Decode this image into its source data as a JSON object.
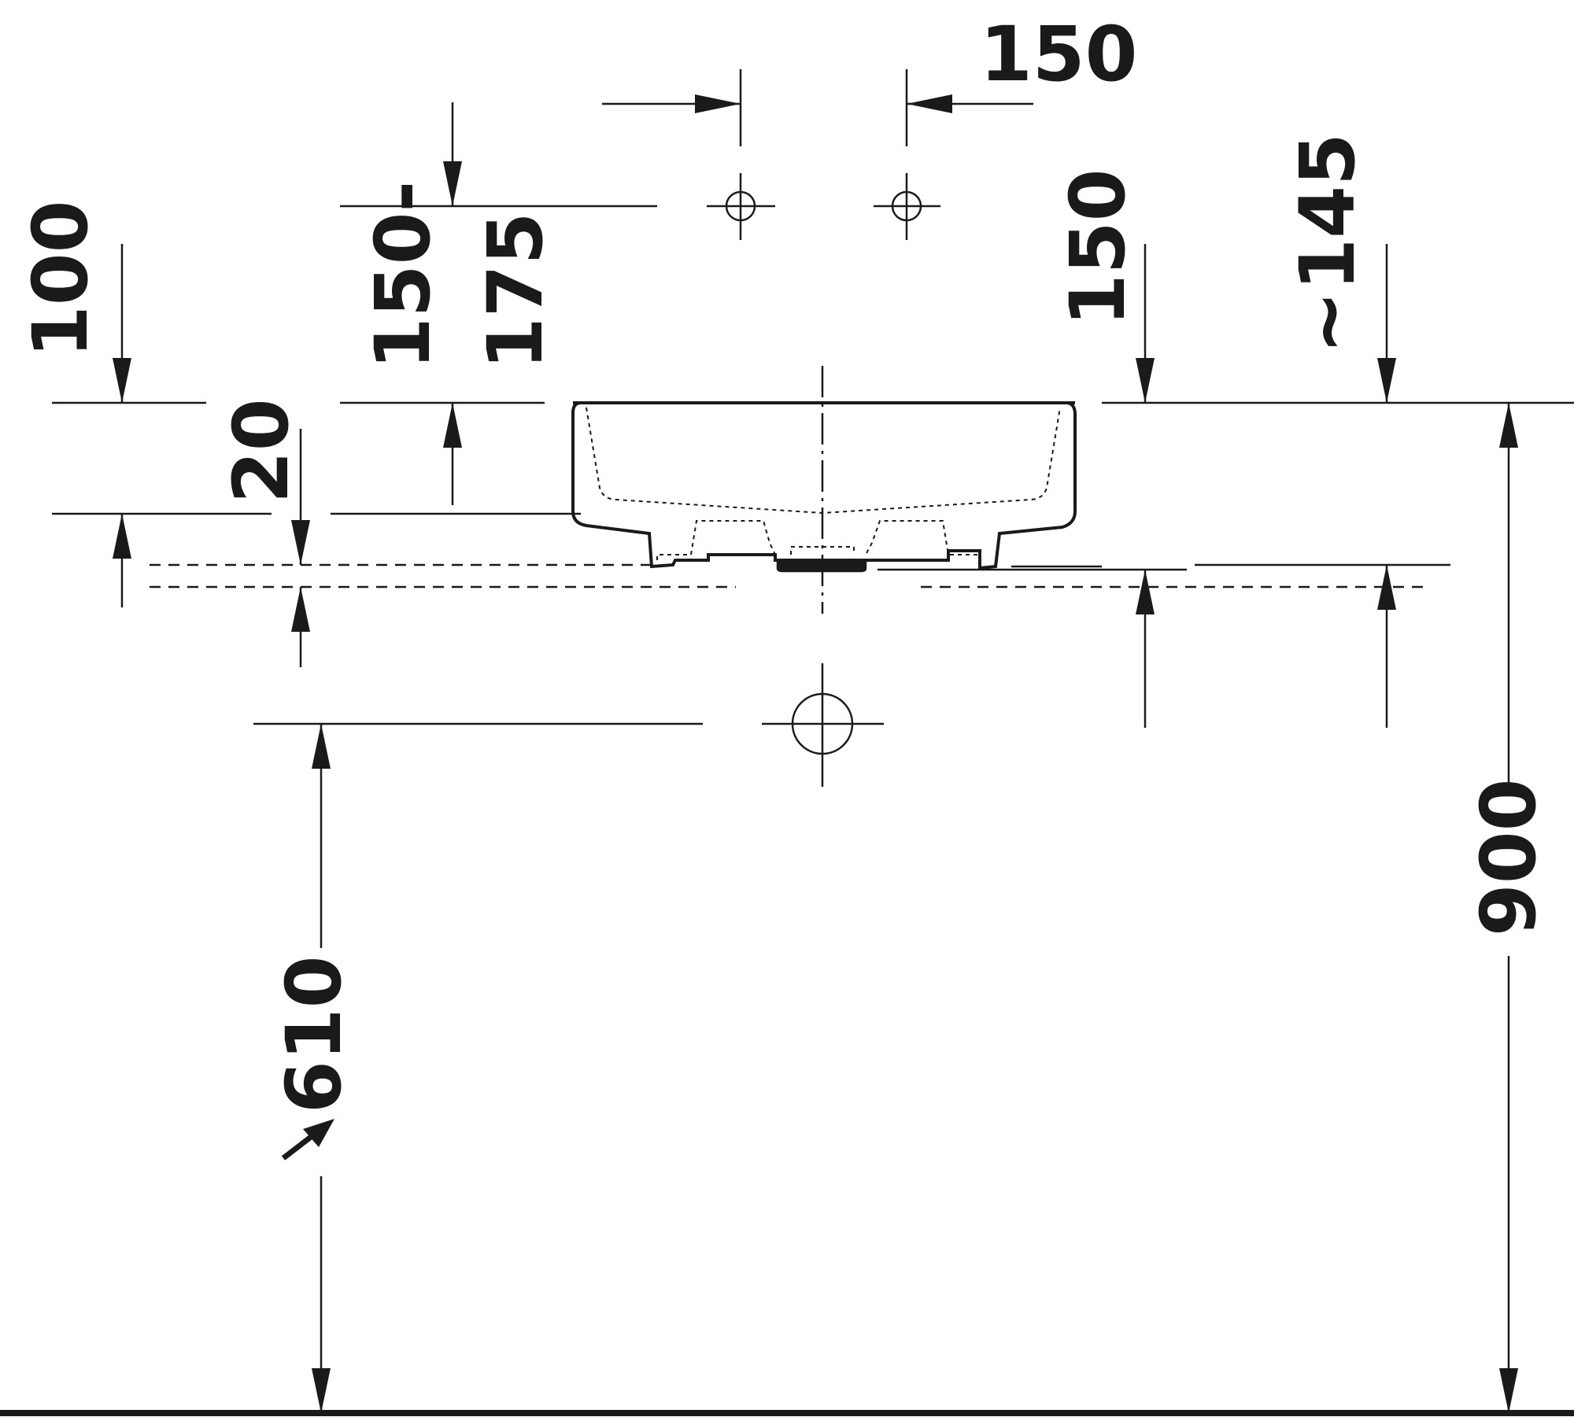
{
  "dimensions": {
    "tap_hole_spacing": "150",
    "tap_hole_height_line1": "150-",
    "tap_hole_height_line2": "175",
    "overflow_height": "100",
    "rim_thickness": "20",
    "basin_height": "150",
    "trap_height": "~145",
    "waste_height": "610",
    "rim_height": "900"
  },
  "colors": {
    "line": "#1a1a1a",
    "background": "#ffffff"
  }
}
